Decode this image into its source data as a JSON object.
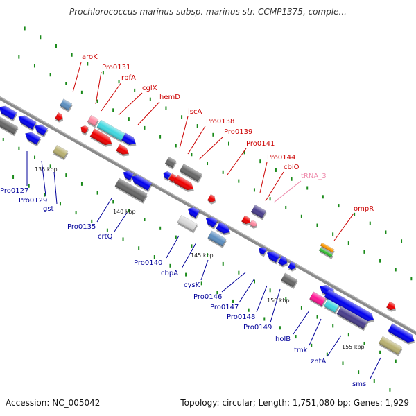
{
  "title": "Prochlorococcus marinus subsp. marinus str. CCMP1375, comple...",
  "footer": {
    "accession": "Accession: NC_005042",
    "topology": "Topology: circular; Length: 1,751,080 bp; Genes: 1,929"
  },
  "scale_labels": [
    "135 kbp",
    "140 kbp",
    "145 kbp",
    "150 kbp",
    "155 kbp"
  ],
  "genes_forward": [
    "aroK",
    "Pro0131",
    "rbfA",
    "cglX",
    "hemD",
    "iscA",
    "Pro0138",
    "Pro0139",
    "Pro0141",
    "Pro0144",
    "cbiO",
    "tRNA_3",
    "ompR"
  ],
  "genes_reverse": [
    "Pro0127",
    "Pro0129",
    "gst",
    "Pro0135",
    "crtQ",
    "Pro0140",
    "cbpA",
    "cysK",
    "Pro0146",
    "Pro0147",
    "Pro0148",
    "Pro0149",
    "holB",
    "tmk",
    "zntA",
    "sms"
  ],
  "colors": {
    "forward_label": "#cc0000",
    "reverse_label": "#000099",
    "trna_label": "#ee88aa",
    "backbone": "#888888",
    "tick": "#1a8a1a",
    "cds_red": "#ee0000",
    "cds_blue": "#0000ee",
    "gray": "#666666",
    "steel": "#5b8ec0",
    "khaki": "#b8b070",
    "cyan": "#40d8e0",
    "pink": "#ff88a0",
    "magenta": "#ff1493",
    "slate": "#483d8b",
    "light_gray": "#d8d8d8"
  }
}
